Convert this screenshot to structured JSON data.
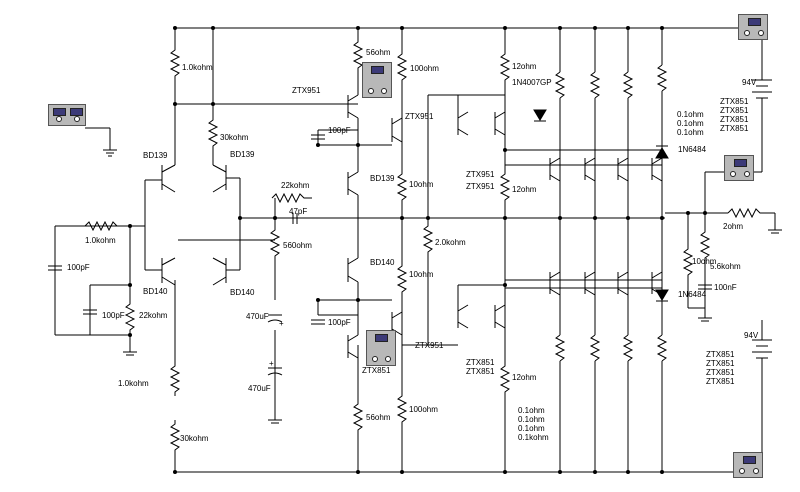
{
  "labels": {
    "r_1k0_top": "1.0kohm",
    "r_56_top": "56ohm",
    "r_100_top": "100ohm",
    "r_12_top": "12ohm",
    "d_1n4007": "1N4007GP",
    "q_ztx951_a": "ZTX951",
    "q_ztx951_b": "ZTX951",
    "c_100p_top": "100pF",
    "r_30k_top": "30kohm",
    "q_bd139_a": "BD139",
    "q_bd139_b": "BD139",
    "q_bd139_c": "BD139",
    "r_22k_fb": "22kohm",
    "c_47p": "47pF",
    "r_1k0_in": "1.0kohm",
    "c_100p_in": "100pF",
    "r_560": "560ohm",
    "r_10_a": "10ohm",
    "q_ztx951_c": "ZTX951",
    "q_ztx951_d": "ZTX951",
    "r_12_mid": "12ohm",
    "r_2k0": "2.0kohm",
    "r_01_list_top": [
      "0.1ohm",
      "0.1ohm",
      "0.1ohm"
    ],
    "d_1n6484_top": "1N6484",
    "src_94v_top": "94V",
    "ztx851_list_top": [
      "ZTX851",
      "ZTX851",
      "ZTX851",
      "ZTX851"
    ],
    "r_2ohm": "2ohm",
    "r_10_out": "10ohm",
    "r_5k6": "5.6kohm",
    "c_100n": "100nF",
    "d_1n6484_bot": "1N6484",
    "q_bd140_a": "BD140",
    "q_bd140_b": "BD140",
    "q_bd140_c": "BD140",
    "r_10_b": "10ohm",
    "c_100p_bot_in": "100pF",
    "r_22k_in": "22kohm",
    "c_470u_a": "470uF",
    "c_470u_b": "470uF",
    "c_100p_bot": "100pF",
    "q_ztx951_e": "ZTX951",
    "q_ztx851_a": "ZTX851",
    "ztx851_pair_mid": [
      "ZTX851",
      "ZTX851"
    ],
    "r_12_bot": "12ohm",
    "r_1k0_bot": "1.0kohm",
    "r_30k_bot": "30kohm",
    "r_56_bot": "56ohm",
    "r_100_bot": "100ohm",
    "r_list_bot": [
      "0.1ohm",
      "0.1ohm",
      "0.1ohm",
      "0.1kohm"
    ],
    "src_94v_bot": "94V",
    "ztx851_list_bot": [
      "ZTX851",
      "ZTX851",
      "ZTX851",
      "ZTX851"
    ],
    "plus_sign": "+"
  }
}
